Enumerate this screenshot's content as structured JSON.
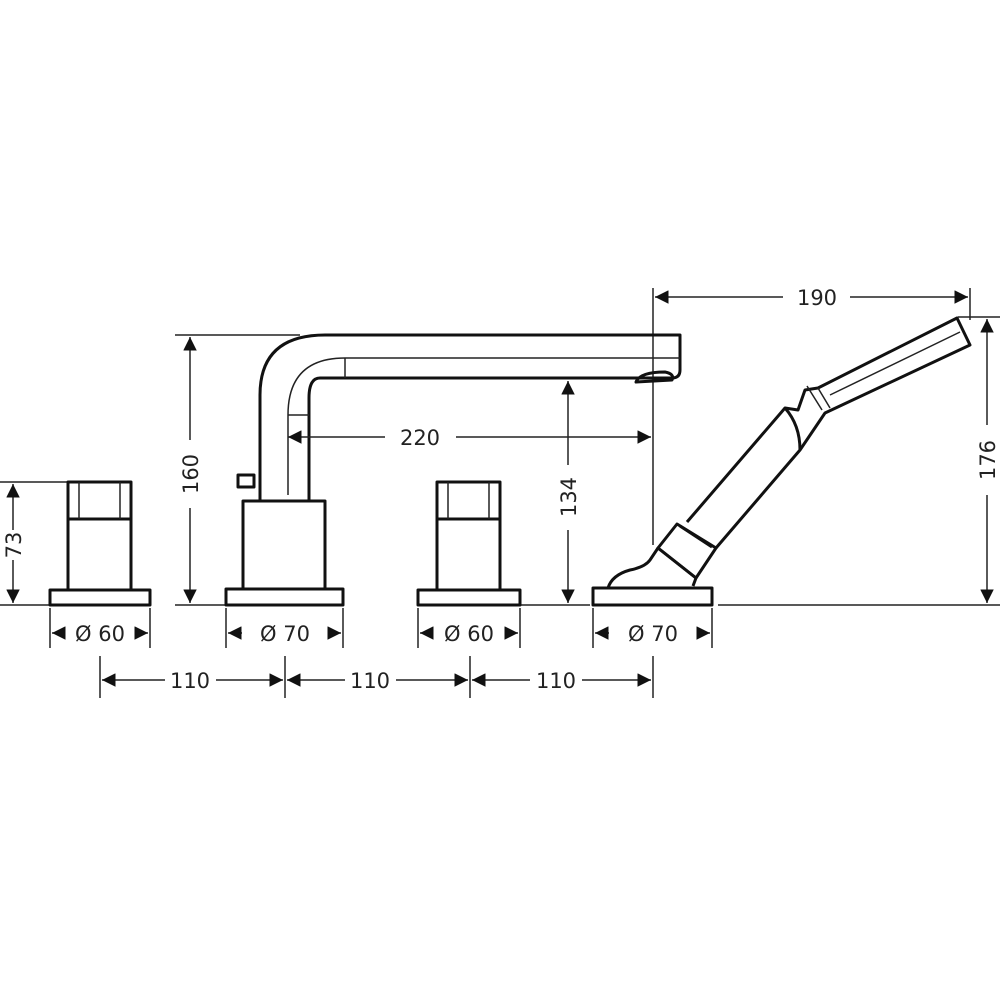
{
  "diagram": {
    "dimensions": {
      "handle_left_height": "73",
      "spout_height": "160",
      "spout_reach": "220",
      "spout_outlet_height": "134",
      "shower_reach": "190",
      "shower_height": "176",
      "diam_left_handle": "Ø 60",
      "diam_spout": "Ø 70",
      "diam_right_handle": "Ø 60",
      "diam_shower": "Ø 70",
      "spacing_1": "110",
      "spacing_2": "110",
      "spacing_3": "110"
    },
    "line_color": "#111111"
  }
}
